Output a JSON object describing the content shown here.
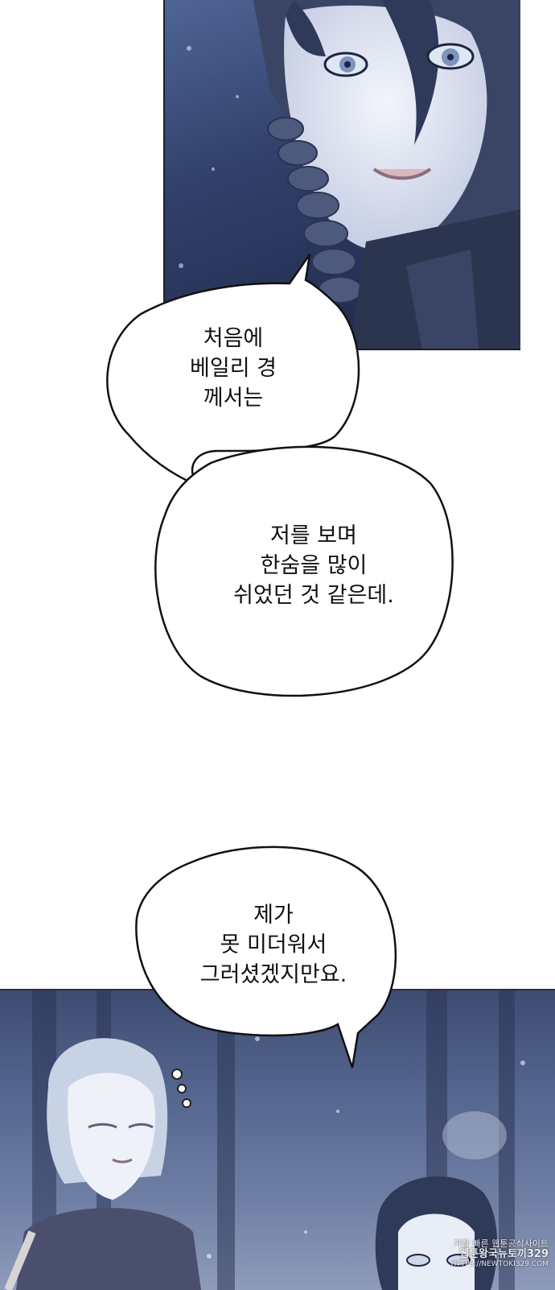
{
  "bubbles": [
    {
      "lines": [
        "처음에",
        "베일리 경",
        "께서는"
      ]
    },
    {
      "lines": [
        "저를 보며",
        "한숨을 많이",
        "쉬었던 것 같은데."
      ]
    },
    {
      "lines": [
        "제가",
        "못 미더워서",
        "그러셨겠지만요."
      ]
    }
  ],
  "watermark": {
    "lines": [
      "가장 빠른 웹툰공식사이트",
      "웹툰왕국뉴토끼329",
      "HTTPS://NEWTOKI329.COM"
    ]
  },
  "colors": {
    "bubble_fill": "#ffffff",
    "bubble_stroke": "#111111",
    "night_blue": "#32416b"
  }
}
